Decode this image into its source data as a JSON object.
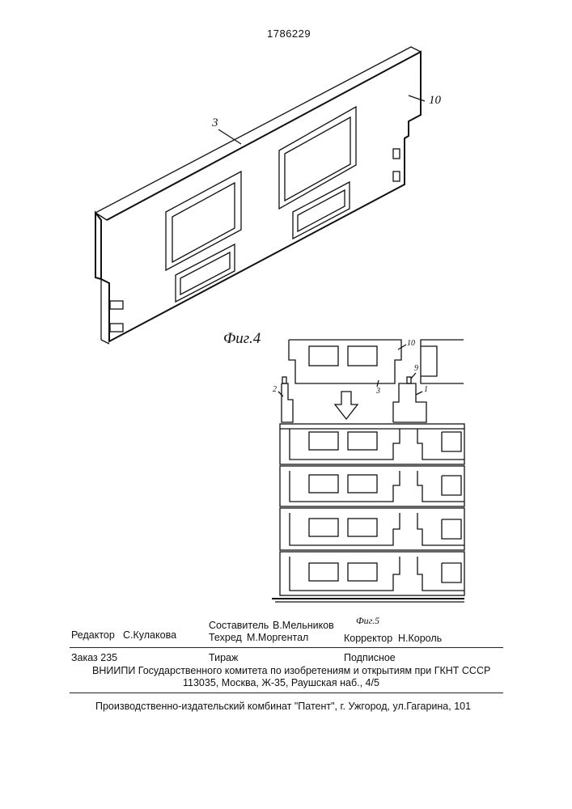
{
  "patent_number": "1786229",
  "figure4": {
    "caption": "Фиг.4",
    "label_panel": "3",
    "label_end": "10"
  },
  "figure5": {
    "caption": "Фиг.5",
    "label_end": "10",
    "label_panel": "3",
    "label_left": "2",
    "label_right": "1",
    "label_pin": "9"
  },
  "imprint": {
    "editor_label": "Редактор",
    "editor_name": "С.Кулакова",
    "compiler_label": "Составитель",
    "compiler_name": "В.Мельников",
    "techred_label": "Техред",
    "techred_name": "М.Моргентал",
    "corrector_label": "Корректор",
    "corrector_name": "Н.Король",
    "order": "Заказ  235",
    "circulation": "Тираж",
    "subscription": "Подписное",
    "org_line": "ВНИИПИ Государственного комитета по изобретениям и открытиям при ГКНТ СССР",
    "address_line": "113035, Москва, Ж-35, Раушская наб., 4/5",
    "printer_line": "Производственно-издательский комбинат \"Патент\", г. Ужгород, ул.Гагарина, 101"
  }
}
